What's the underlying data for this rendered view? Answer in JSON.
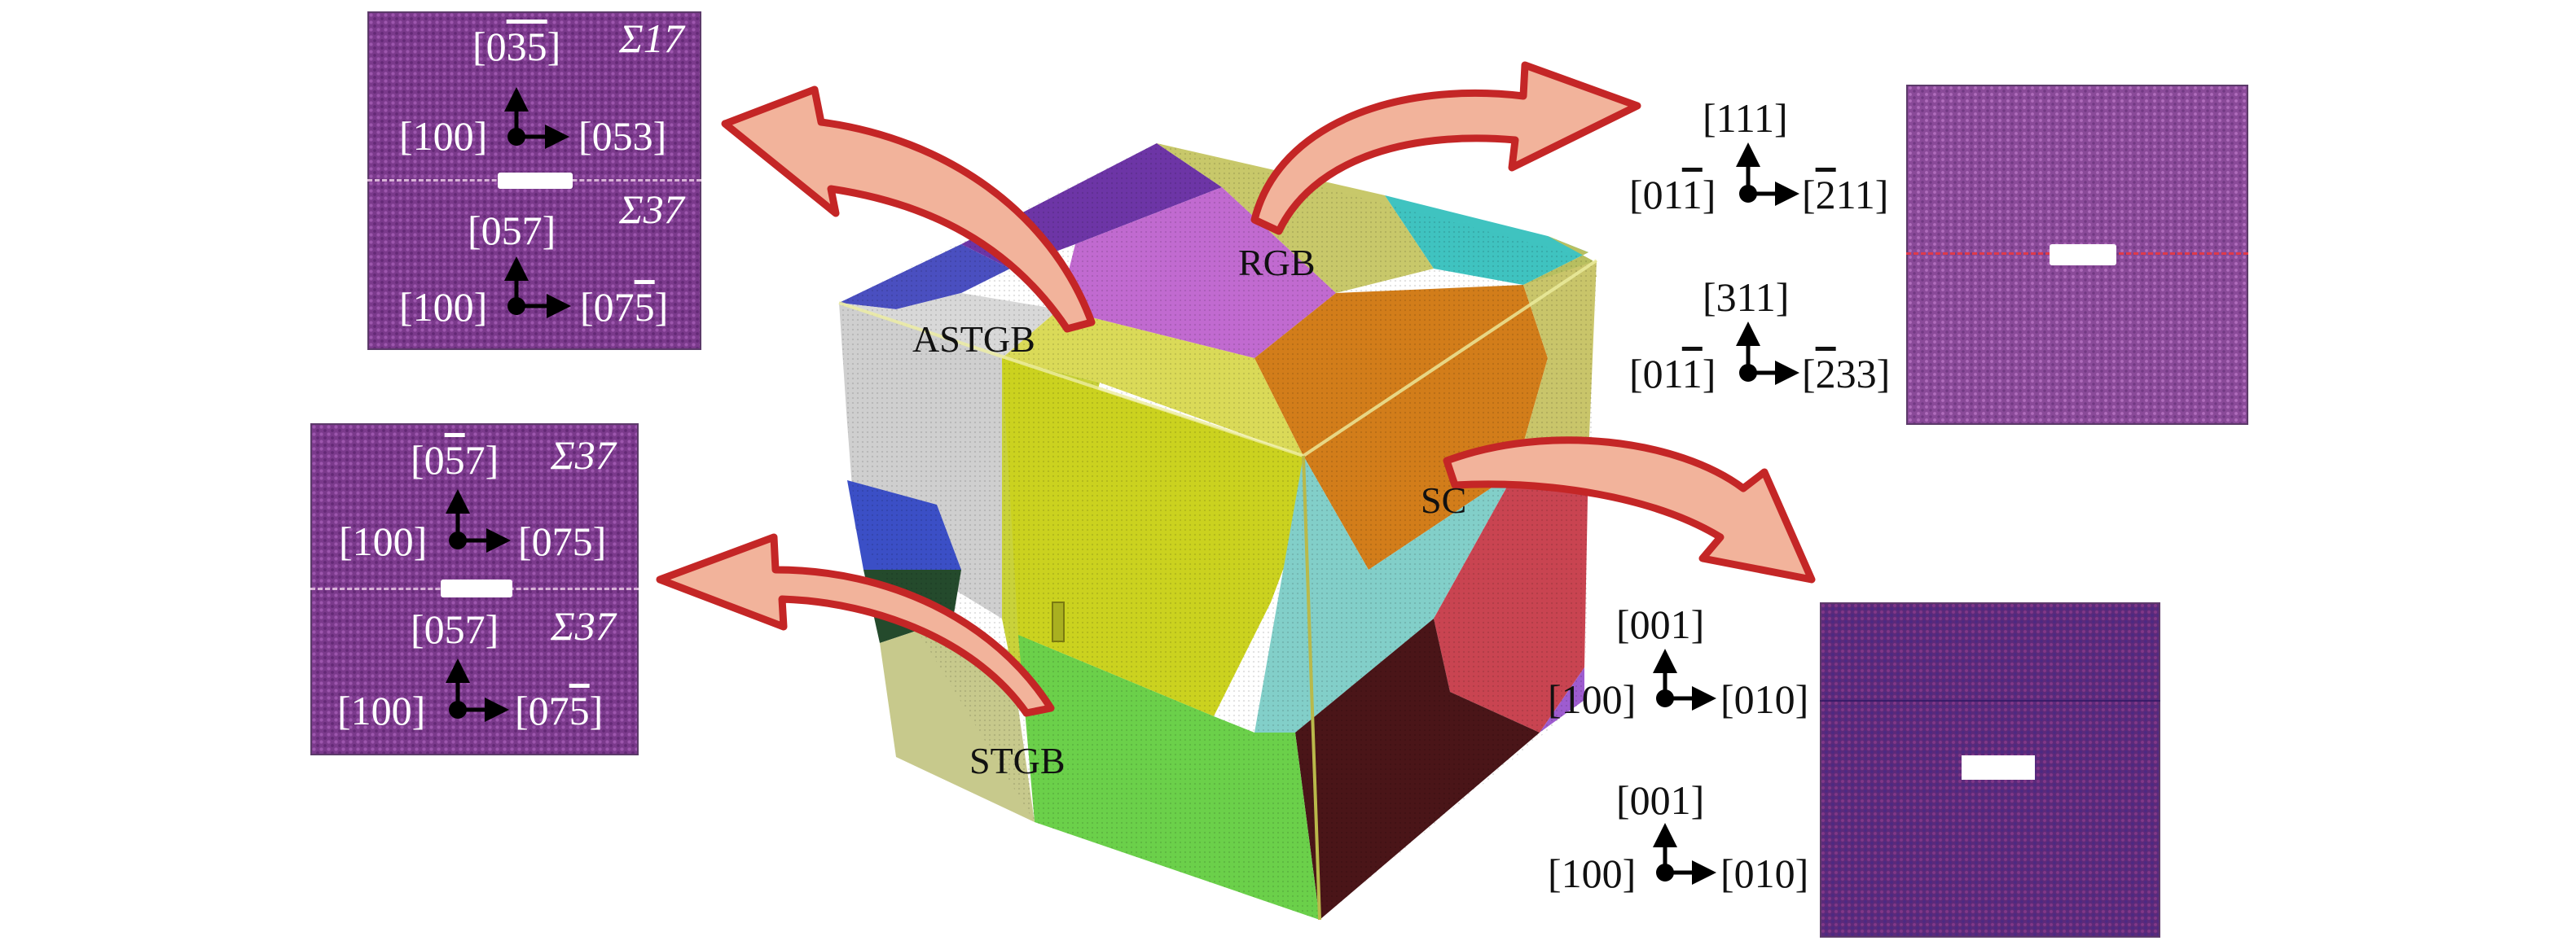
{
  "colors": {
    "arrow_fill": "#f2b39b",
    "arrow_stroke": "#c42626",
    "panel_purple": "#7b3a8c",
    "panel_blue_purple": "#5b2a7a",
    "void": "#ffffff"
  },
  "boundaries": {
    "astgb": "ASTGB",
    "rgb": "RGB",
    "stgb": "STGB",
    "sc": "SC"
  },
  "panels": {
    "astgb": {
      "top": {
        "sigma": "Σ17",
        "up": [
          "[0",
          "35",
          "]"
        ],
        "left": "[100]",
        "right": "[053]"
      },
      "bottom": {
        "sigma": "Σ37",
        "up": "[057]",
        "left": "[100]",
        "right": [
          "[07",
          "5",
          "]"
        ]
      }
    },
    "stgb": {
      "top": {
        "sigma": "Σ37",
        "up": [
          "[0",
          "5",
          "7]"
        ],
        "left": "[100]",
        "right": "[075]"
      },
      "bottom": {
        "sigma": "Σ37",
        "up": "[057]",
        "left": "[100]",
        "right": [
          "[07",
          "5",
          "]"
        ]
      }
    },
    "rgb": {
      "top": {
        "up": "[111]",
        "left": [
          "[01",
          "1",
          "]"
        ],
        "right": [
          "[",
          "2",
          "11]"
        ]
      },
      "bottom": {
        "up": "[311]",
        "left": [
          "[01",
          "1",
          "]"
        ],
        "right": [
          "[",
          "2",
          "33]"
        ]
      }
    },
    "sc": {
      "top": {
        "up": "[001]",
        "left": "[100]",
        "right": "[010]"
      },
      "bottom": {
        "up": "[001]",
        "left": "[100]",
        "right": "[010]"
      }
    }
  },
  "icons": [
    "curved-arrow-icon",
    "axis-triad-icon"
  ]
}
